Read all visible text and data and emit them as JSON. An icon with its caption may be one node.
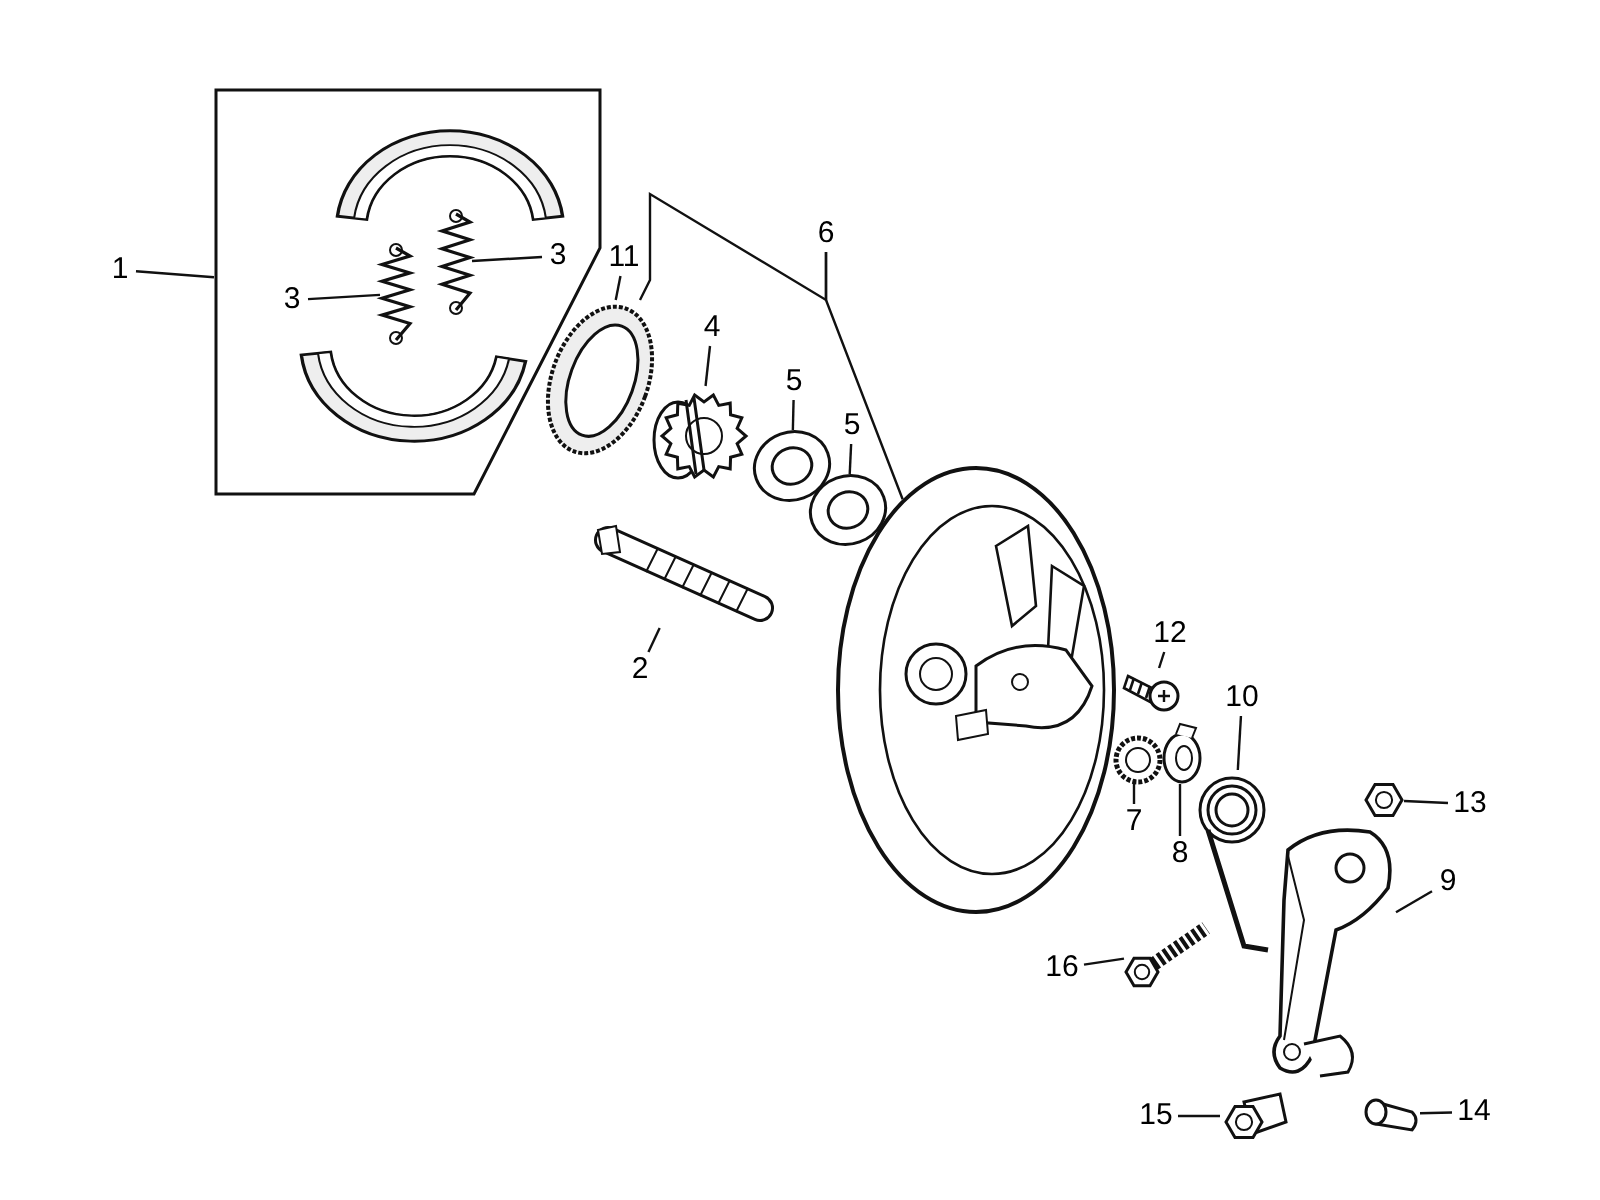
{
  "diagram": {
    "nodes": [
      {
        "text": [
          "1"
        ]
      },
      {
        "text": [],
        "shape": "box"
      },
      {
        "text": [],
        "shape": "picture",
        "in": 1
      },
      {
        "text": [],
        "shape": "picture",
        "in": 1
      },
      {
        "text": [
          "3"
        ],
        "in": 1
      },
      {
        "text": [
          "3"
        ],
        "in": 1
      },
      {
        "text": [
          "11"
        ]
      },
      {
        "text": [
          "6"
        ]
      },
      {
        "text": [
          "4"
        ]
      },
      {
        "text": [
          "5"
        ]
      },
      {
        "text": [
          "5"
        ]
      },
      {
        "text": [],
        "shape": "picture"
      },
      {
        "text": [],
        "shape": "picture"
      },
      {
        "text": [],
        "shape": "picture"
      },
      {
        "text": [],
        "shape": "picture"
      },
      {
        "text": [],
        "shape": "picture"
      },
      {
        "text": [
          "2"
        ]
      },
      {
        "text": [],
        "shape": "picture"
      },
      {
        "text": [
          "12"
        ]
      },
      {
        "text": [],
        "shape": "picture"
      },
      {
        "text": [
          "10"
        ]
      },
      {
        "text": [],
        "shape": "picture"
      },
      {
        "text": [],
        "shape": "picture"
      },
      {
        "text": [],
        "shape": "picture"
      },
      {
        "text": [
          "7"
        ]
      },
      {
        "text": [
          "8"
        ]
      },
      {
        "text": [],
        "shape": "picture"
      },
      {
        "text": [
          "13"
        ]
      },
      {
        "text": [],
        "shape": "picture"
      },
      {
        "text": [
          "9"
        ]
      },
      {
        "text": [
          "16"
        ]
      },
      {
        "text": [],
        "shape": "picture"
      },
      {
        "text": [
          "15"
        ]
      },
      {
        "text": [],
        "shape": "picture"
      },
      {
        "text": [],
        "shape": "picture"
      },
      {
        "text": [
          "14"
        ]
      }
    ],
    "edges": [
      {
        "from": 0,
        "to": 1,
        "arrow": "none"
      },
      {
        "from": 4,
        "to": 3,
        "arrow": "none"
      },
      {
        "from": 5,
        "to": 2,
        "arrow": "none"
      },
      {
        "from": 6,
        "to": 11,
        "arrow": "none"
      },
      {
        "from": 7,
        "to": 15,
        "arrow": "none"
      },
      {
        "from": 8,
        "to": 12,
        "arrow": "none"
      },
      {
        "from": 9,
        "to": 13,
        "arrow": "none"
      },
      {
        "from": 10,
        "to": 14,
        "arrow": "none"
      },
      {
        "from": 16,
        "to": 17,
        "arrow": "none"
      },
      {
        "from": 18,
        "to": 19,
        "arrow": "none"
      },
      {
        "from": 20,
        "to": 21,
        "arrow": "none"
      },
      {
        "from": 24,
        "to": 22,
        "arrow": "none"
      },
      {
        "from": 25,
        "to": 23,
        "arrow": "none"
      },
      {
        "from": 27,
        "to": 26,
        "arrow": "none"
      },
      {
        "from": 29,
        "to": 28,
        "arrow": "none"
      },
      {
        "from": 30,
        "to": 31,
        "arrow": "none"
      },
      {
        "from": 32,
        "to": 33,
        "arrow": "none"
      },
      {
        "from": 35,
        "to": 34,
        "arrow": "none"
      },
      {
        "from": 7,
        "to": 11,
        "arrow": "none"
      }
    ]
  }
}
